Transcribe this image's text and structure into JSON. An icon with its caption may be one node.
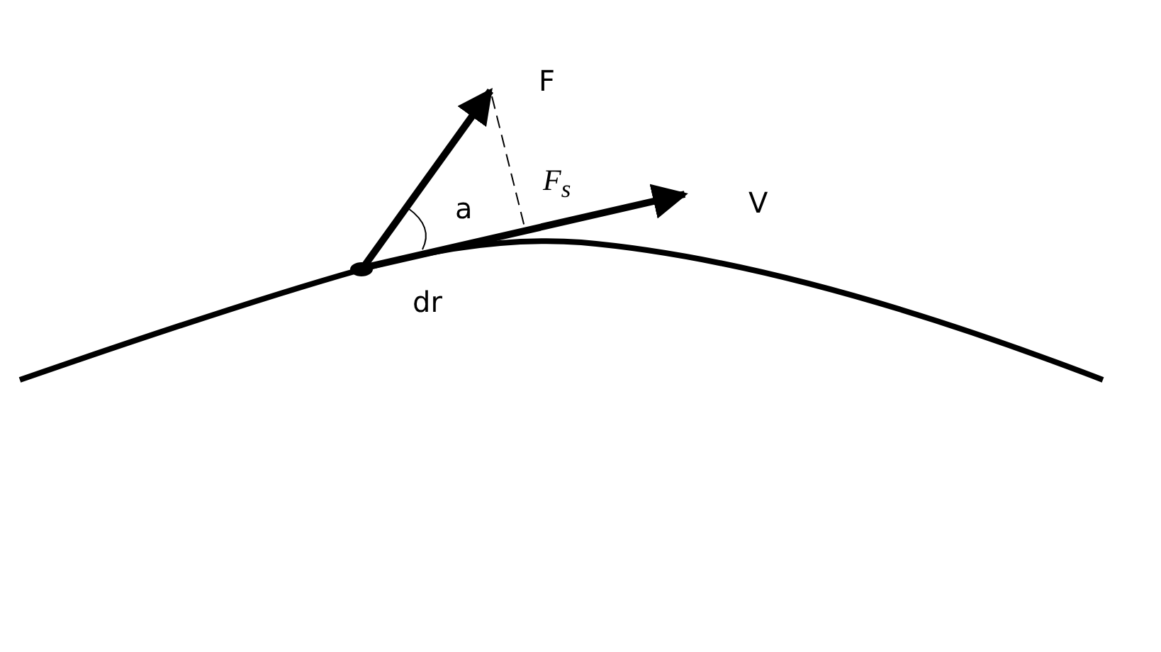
{
  "diagram": {
    "labels": [
      "F",
      "F$_{s}$",
      "a",
      "V",
      "dr"
    ]
  }
}
